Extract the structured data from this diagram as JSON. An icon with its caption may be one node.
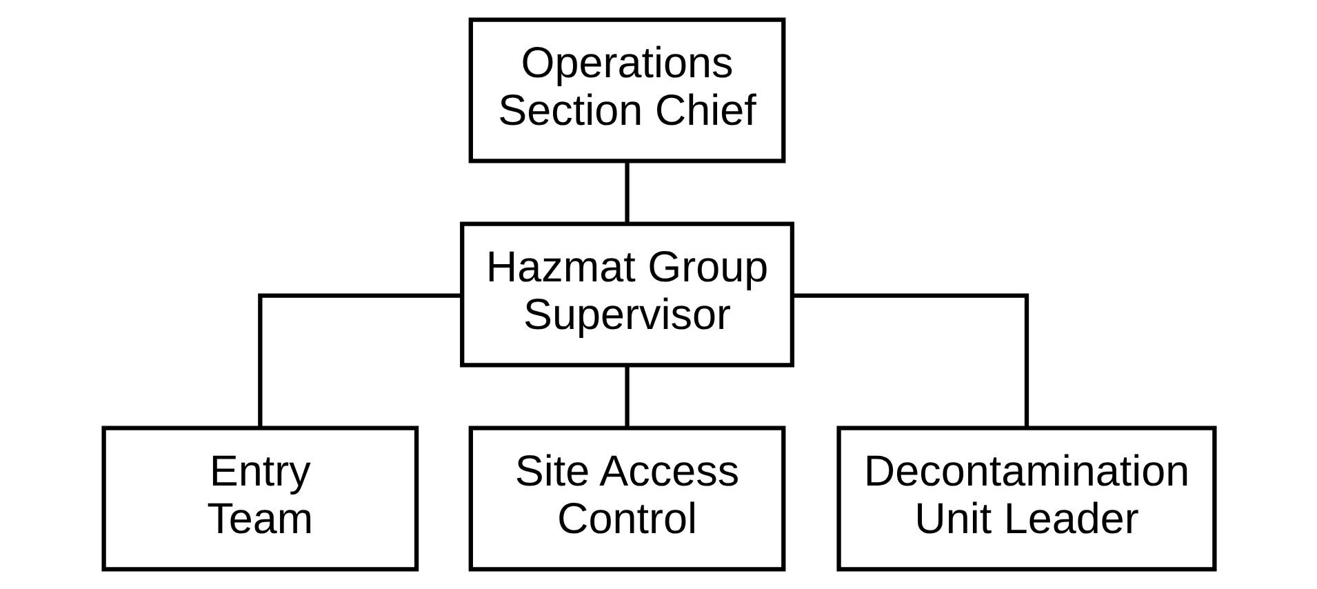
{
  "diagram": {
    "nodes": [
      {
        "text": [
          "Operations Section Chief"
        ]
      },
      {
        "text": [
          "Hazmat Group Supervisor"
        ]
      },
      {
        "text": [
          "Entry Team"
        ]
      },
      {
        "text": [
          "Site Access Control"
        ]
      },
      {
        "text": [
          "Decontamination Unit Leader"
        ]
      }
    ],
    "edges": [
      {
        "from": 0,
        "to": 1,
        "arrow": "none"
      },
      {
        "from": 1,
        "to": 2,
        "arrow": "none"
      },
      {
        "from": 1,
        "to": 3,
        "arrow": "none"
      },
      {
        "from": 1,
        "to": 4,
        "arrow": "none"
      }
    ]
  }
}
